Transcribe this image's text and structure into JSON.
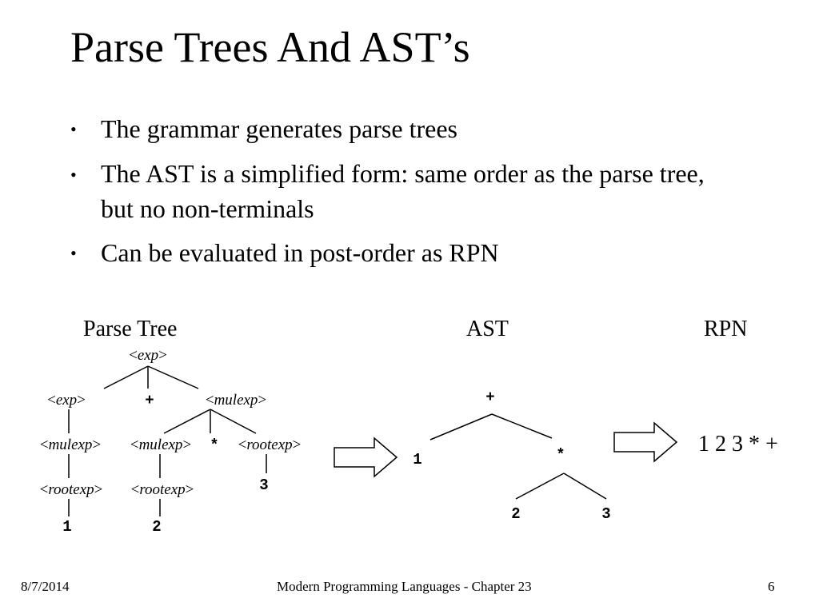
{
  "slide": {
    "title": "Parse Trees And AST’s",
    "bullet_marker": "•",
    "bullets": [
      "The grammar generates parse trees",
      "The AST is a simplified form: same order as the parse tree, but no non-terminals",
      "Can be evaluated in post-order as RPN"
    ]
  },
  "diagram": {
    "labels": {
      "parse_tree": "Parse Tree",
      "ast": "AST",
      "rpn": "RPN"
    },
    "parse_tree": {
      "root": "exp",
      "level1": {
        "left": "exp",
        "op": "+",
        "right": "mulexp"
      },
      "left_chain": {
        "mulexp": "mulexp",
        "rootexp": "rootexp",
        "leaf": "1"
      },
      "mid_chain": {
        "mulexp": "mulexp",
        "rootexp": "rootexp",
        "leaf": "2"
      },
      "mul_op": "*",
      "right_chain": {
        "rootexp": "rootexp",
        "leaf": "3"
      }
    },
    "ast": {
      "root": "+",
      "left": "1",
      "mul": "*",
      "mul_left": "2",
      "mul_right": "3"
    },
    "rpn_expression": "1 2 3 * +",
    "arrow_icons": [
      "right-arrow-icon",
      "right-arrow-icon"
    ]
  },
  "footer": {
    "date": "8/7/2014",
    "course": "Modern Programming Languages - Chapter 23",
    "page_number": "6"
  }
}
